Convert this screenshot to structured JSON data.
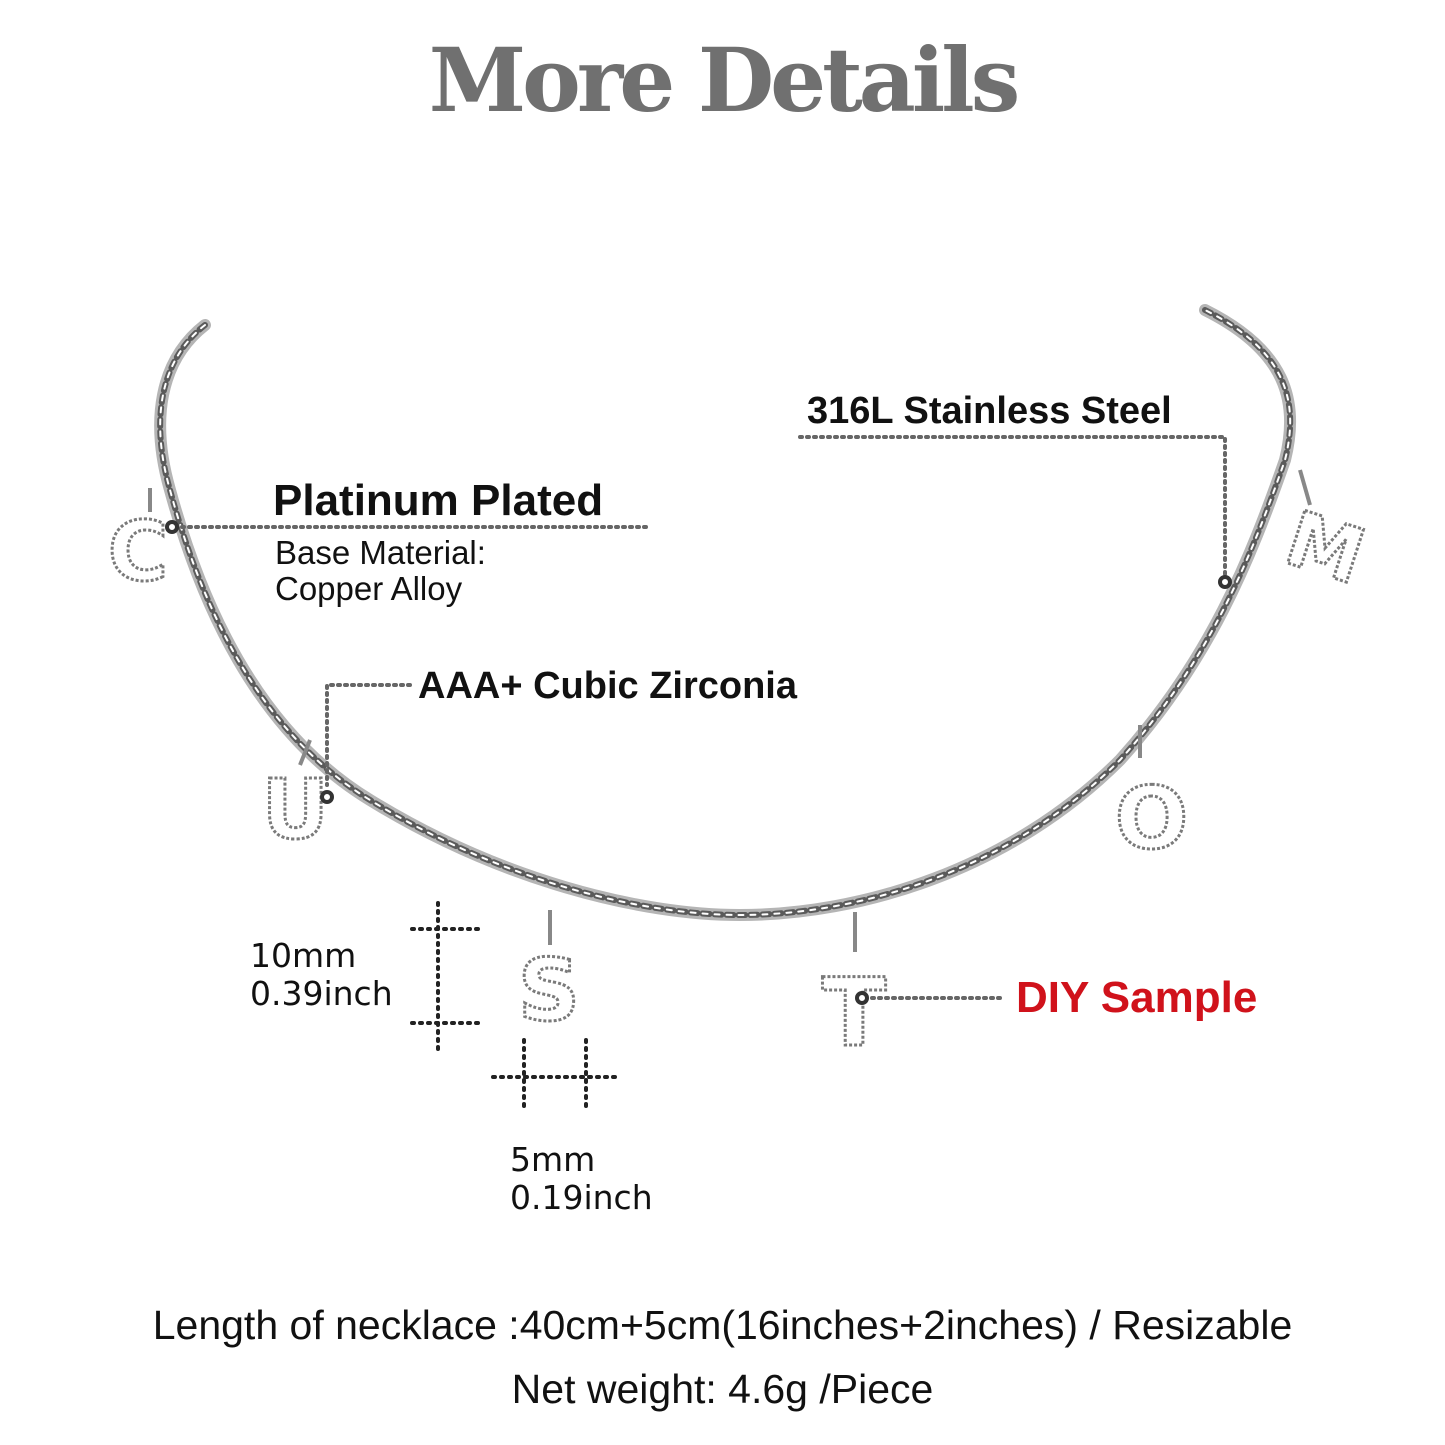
{
  "title": "More Details",
  "labels": {
    "steel": "316L Stainless Steel",
    "plated": "Platinum Plated",
    "base_line1": "Base Material:",
    "base_line2": "Copper Alloy",
    "zirconia": "AAA+ Cubic Zirconia",
    "diy": "DIY Sample"
  },
  "dimensions": {
    "height_mm": "10mm",
    "height_inch": "0.39inch",
    "width_mm": "5mm",
    "width_inch": "0.19inch"
  },
  "pendant_letters": [
    "C",
    "U",
    "S",
    "T",
    "O",
    "M"
  ],
  "footer": {
    "length": "Length of necklace :40cm+5cm(16inches+2inches) / Resizable",
    "weight": "Net weight: 4.6g /Piece"
  },
  "colors": {
    "title": "#707070",
    "accent_red": "#d0121b",
    "metal": "#9a9a9a",
    "dots": "#666666"
  }
}
